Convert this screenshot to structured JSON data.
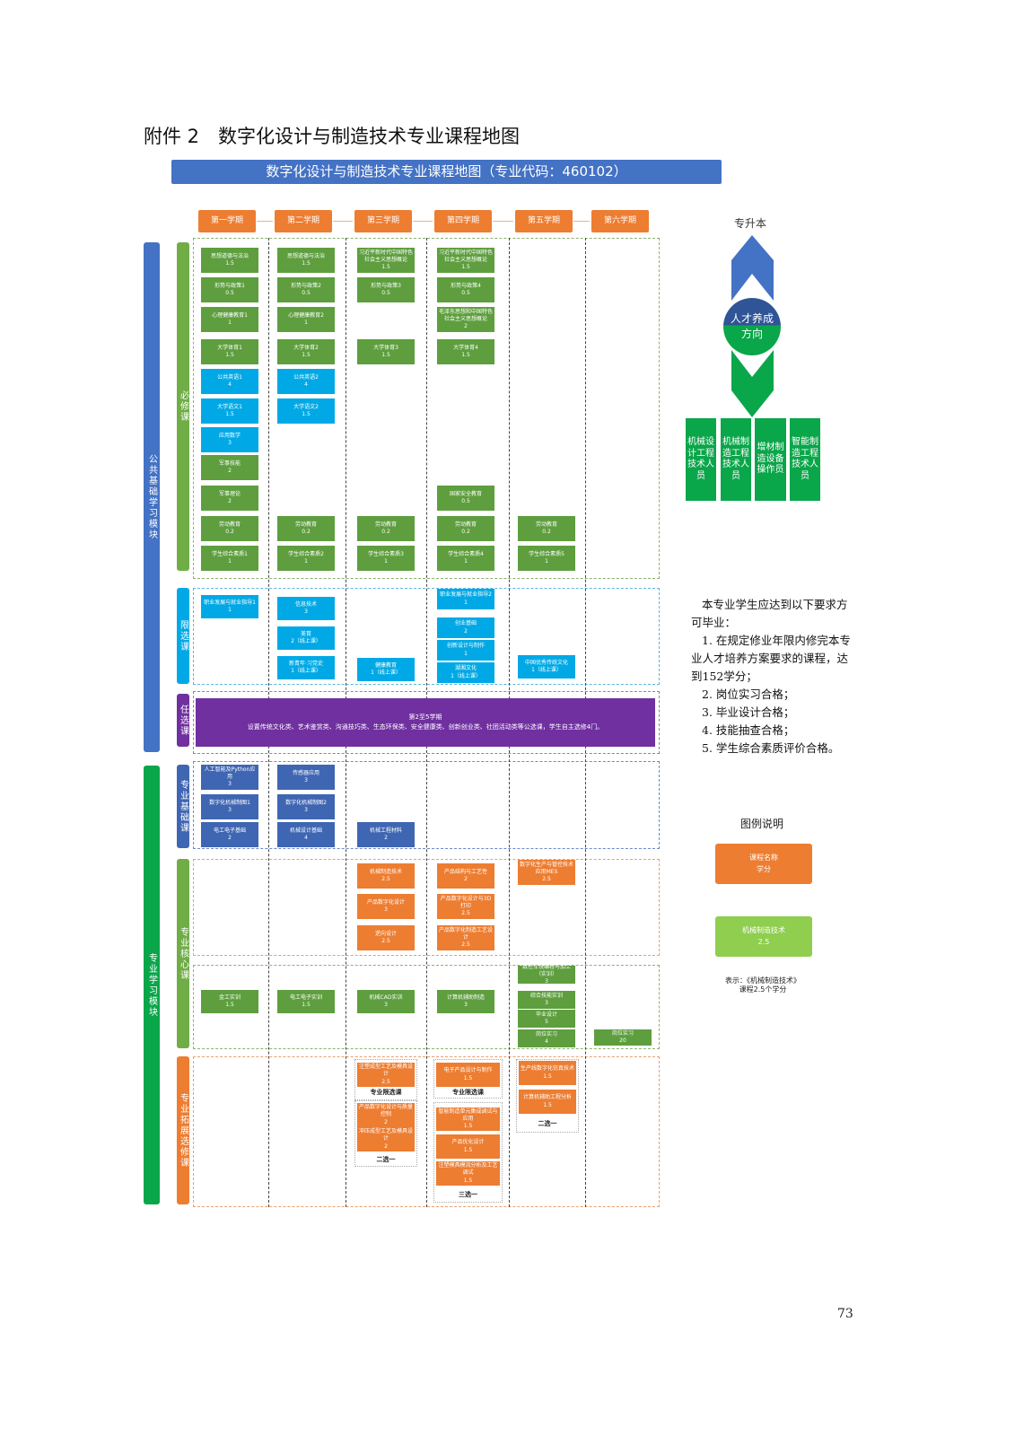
{
  "doc_title": "附件 2　数字化设计与制造技术专业课程地图",
  "banner": "数字化设计与制造技术专业课程地图（专业代码：460102）",
  "semesters": [
    "第一学期",
    "第二学期",
    "第三学期",
    "第四学期",
    "第五学期",
    "第六学期"
  ],
  "modules": {
    "public": "公共基础学习模块",
    "major": "专业学习模块"
  },
  "categories": {
    "required": "必修课",
    "limited": "限选课",
    "optional": "任选课",
    "basic": "专业基础课",
    "core": "专业核心课",
    "extension": "专业拓展选修课"
  },
  "colors": {
    "green": "#5e9e3e",
    "cyan": "#00a9e6",
    "blue": "#3f66b3",
    "orange": "#ed7d31",
    "purple": "#7030a0",
    "banner": "#4472c4"
  },
  "required": [
    [
      {
        "n": "思想道德与法治",
        "c": "1.5",
        "k": "green"
      },
      {
        "n": "形势与政策1",
        "c": "0.5",
        "k": "green"
      },
      {
        "n": "心理健康教育1",
        "c": "1",
        "k": "green"
      },
      {
        "n": "大学体育1",
        "c": "1.5",
        "k": "green"
      },
      {
        "n": "公共英语1",
        "c": "4",
        "k": "cyan"
      },
      {
        "n": "大学语文1",
        "c": "1.5",
        "k": "cyan"
      },
      {
        "n": "应用数学",
        "c": "3",
        "k": "cyan"
      },
      {
        "n": "军事技能",
        "c": "2",
        "k": "green"
      },
      {
        "n": "军事理论",
        "c": "2",
        "k": "green"
      },
      {
        "n": "劳动教育",
        "c": "0.2",
        "k": "green"
      },
      {
        "n": "学生综合素质1",
        "c": "1",
        "k": "green"
      }
    ],
    [
      {
        "n": "思想道德与法治",
        "c": "1.5",
        "k": "green"
      },
      {
        "n": "形势与政策2",
        "c": "0.5",
        "k": "green"
      },
      {
        "n": "心理健康教育2",
        "c": "1",
        "k": "green"
      },
      {
        "n": "大学体育2",
        "c": "1.5",
        "k": "green"
      },
      {
        "n": "公共英语2",
        "c": "4",
        "k": "cyan"
      },
      {
        "n": "大学语文2",
        "c": "1.5",
        "k": "cyan"
      },
      {
        "n": "劳动教育",
        "c": "0.2",
        "k": "green"
      },
      {
        "n": "学生综合素质2",
        "c": "1",
        "k": "green"
      }
    ],
    [
      {
        "n": "习近平新时代中国特色社会主义思想概论",
        "c": "1.5",
        "k": "green"
      },
      {
        "n": "形势与政策3",
        "c": "0.5",
        "k": "green"
      },
      {
        "n": "大学体育3",
        "c": "1.5",
        "k": "green"
      },
      {
        "n": "劳动教育",
        "c": "0.2",
        "k": "green"
      },
      {
        "n": "学生综合素质3",
        "c": "1",
        "k": "green"
      }
    ],
    [
      {
        "n": "习近平新时代中国特色社会主义思想概论",
        "c": "1.5",
        "k": "green"
      },
      {
        "n": "形势与政策4",
        "c": "0.5",
        "k": "green"
      },
      {
        "n": "毛泽东思想和中国特色社会主义思想概论",
        "c": "2",
        "k": "green"
      },
      {
        "n": "大学体育4",
        "c": "1.5",
        "k": "green"
      },
      {
        "n": "国家安全教育",
        "c": "0.5",
        "k": "green"
      },
      {
        "n": "劳动教育",
        "c": "0.2",
        "k": "green"
      },
      {
        "n": "学生综合素质4",
        "c": "1",
        "k": "green"
      }
    ],
    [
      {
        "n": "劳动教育",
        "c": "0.2",
        "k": "green"
      },
      {
        "n": "学生综合素质5",
        "c": "1",
        "k": "green"
      }
    ],
    []
  ],
  "limited": [
    [
      {
        "n": "职业发展与就业指导1",
        "c": "1",
        "k": "cyan"
      }
    ],
    [
      {
        "n": "信息技术",
        "c": "3",
        "k": "cyan"
      },
      {
        "n": "美育",
        "c": "2（线上课）",
        "k": "cyan"
      },
      {
        "n": "新青年·习党史",
        "c": "1（线上课）",
        "k": "cyan"
      }
    ],
    [
      {
        "n": "健康教育",
        "c": "1（线上课）",
        "k": "cyan"
      }
    ],
    [
      {
        "n": "职业发展与就业指导2",
        "c": "1",
        "k": "cyan"
      },
      {
        "n": "创业基础",
        "c": "2",
        "k": "cyan"
      },
      {
        "n": "创新设计与制作",
        "c": "1",
        "k": "cyan"
      },
      {
        "n": "湖湘文化",
        "c": "1（线上课）",
        "k": "cyan"
      }
    ],
    [
      {
        "n": "中国优秀传统文化",
        "c": "1（线上课）",
        "k": "cyan"
      }
    ],
    []
  ],
  "optional": {
    "line1": "第2至5学期",
    "line2": "设置传统文化类、艺术鉴赏类、沟通技巧类、生态环保类、安全健康类、创新创业类、社团活动类等公选课，学生自主选修4门。"
  },
  "basic": [
    [
      {
        "n": "人工智能及Python应用",
        "c": "3",
        "k": "blue"
      },
      {
        "n": "数字化机械制图1",
        "c": "3",
        "k": "blue"
      },
      {
        "n": "电工电子基础",
        "c": "2",
        "k": "blue"
      }
    ],
    [
      {
        "n": "传感器应用",
        "c": "3",
        "k": "blue"
      },
      {
        "n": "数字化机械制图2",
        "c": "3",
        "k": "blue"
      },
      {
        "n": "机械设计基础",
        "c": "4",
        "k": "blue"
      }
    ],
    [
      {
        "n": "机械工程材料",
        "c": "2",
        "k": "blue"
      }
    ],
    [],
    [],
    []
  ],
  "core": [
    [],
    [],
    [
      {
        "n": "机械制造技术",
        "c": "2.5",
        "k": "orange"
      },
      {
        "n": "产品数字化设计",
        "c": "3",
        "k": "orange"
      },
      {
        "n": "逆向设计",
        "c": "2.5",
        "k": "orange"
      }
    ],
    [
      {
        "n": "产品结构与工艺性",
        "c": "2",
        "k": "orange"
      },
      {
        "n": "产品数字化设计与3D打印",
        "c": "2.5",
        "k": "orange"
      },
      {
        "n": "产品数字化制造工艺设计",
        "c": "2.5",
        "k": "orange"
      }
    ],
    [
      {
        "n": "数字化生产与管控技术应用MES",
        "c": "2.5",
        "k": "orange"
      }
    ],
    []
  ],
  "practice": [
    [
      {
        "n": "金工实训",
        "c": "1.5",
        "k": "green"
      }
    ],
    [
      {
        "n": "电工电子实训",
        "c": "1.5",
        "k": "green"
      }
    ],
    [
      {
        "n": "机械CAD实训",
        "c": "3",
        "k": "green"
      }
    ],
    [
      {
        "n": "计算机辅助制造",
        "c": "3",
        "k": "green"
      }
    ],
    [
      {
        "n": "数控车铣编程与加工（实训）",
        "c": "3",
        "k": "green"
      },
      {
        "n": "综合技能实训",
        "c": "3",
        "k": "green"
      },
      {
        "n": "毕业设计",
        "c": "5",
        "k": "green"
      },
      {
        "n": "岗位实习",
        "c": "4",
        "k": "green"
      }
    ],
    [
      {
        "n": "岗位实习",
        "c": "20",
        "k": "green"
      }
    ]
  ],
  "extension": [
    {
      "label": "专业限选课",
      "courses": [
        {
          "n": "注塑成型工艺及模具设计",
          "c": "2.5",
          "k": "orange"
        }
      ]
    },
    {
      "label": "二选一",
      "courses": [
        {
          "n": "产品数字化设计与质量控制",
          "c": "2",
          "k": "orange"
        },
        {
          "n": "冲压成型工艺及模具设计",
          "c": "2",
          "k": "orange"
        }
      ]
    },
    {
      "label": "专业限选课",
      "courses": [
        {
          "n": "电子产品设计与制作",
          "c": "1.5",
          "k": "orange"
        }
      ]
    },
    {
      "label": "三选一",
      "courses": [
        {
          "n": "智能制造单元集成调试与应用",
          "c": "1.5",
          "k": "orange"
        },
        {
          "n": "产品优化设计",
          "c": "1.5",
          "k": "orange"
        },
        {
          "n": "注塑模具模流分析及工艺调试",
          "c": "1.5",
          "k": "orange"
        }
      ]
    },
    {
      "label": "二选一",
      "courses": [
        {
          "n": "生产线数字化仿真技术",
          "c": "1.5",
          "k": "orange"
        },
        {
          "n": "计算机辅助工程分析",
          "c": "1.5",
          "k": "orange"
        }
      ]
    }
  ],
  "direction": {
    "top": "专升本",
    "circle_line1": "人才养成",
    "circle_line2": "方向",
    "jobs": [
      "机械设计工程技术人员",
      "机械制造工程技术人员",
      "增材制造设备操作员",
      "智能制造工程技术人员"
    ]
  },
  "requirements": [
    "本专业学生应达到以下要求方可毕业：",
    "1. 在规定修业年限内修完本专业人才培养方案要求的课程，达到152学分；",
    "2. 岗位实习合格；",
    "3. 毕业设计合格；",
    "4. 技能抽查合格；",
    "5. 学生综合素质评价合格。"
  ],
  "legend": {
    "title": "图例说明",
    "box1_name": "课程名称",
    "box1_credit": "学分",
    "box2_name": "机械制造技术",
    "box2_credit": "2.5",
    "note_line1": "表示：《机械制造技术》",
    "note_line2": "课程2.5个学分"
  },
  "page_number": "73"
}
